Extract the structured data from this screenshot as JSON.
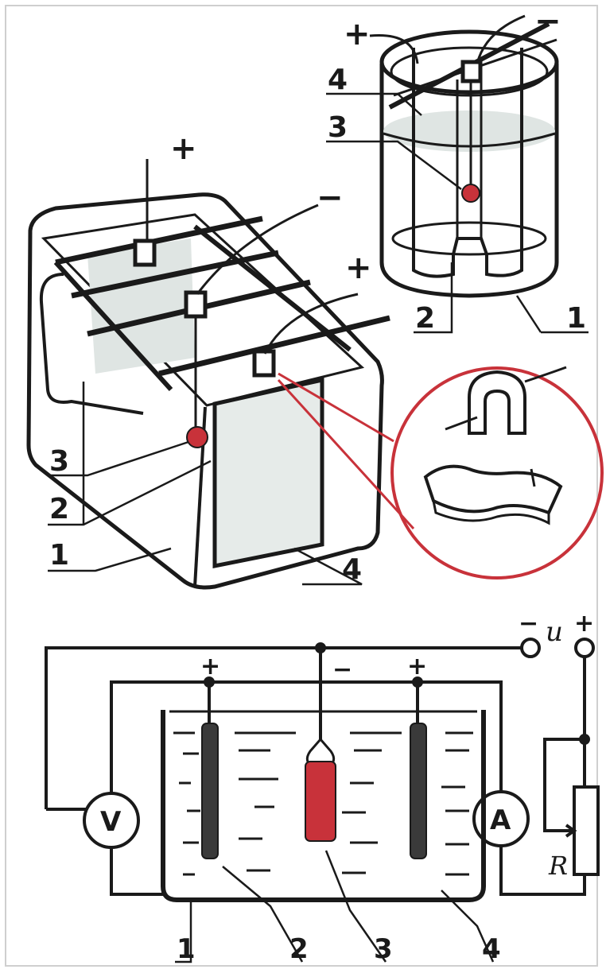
{
  "figure": {
    "cylinder": {
      "labels": {
        "one": "1",
        "two": "2",
        "three": "3",
        "four": "4"
      },
      "signs": {
        "plus": "+",
        "minus": "−"
      }
    },
    "tank": {
      "labels": {
        "one": "1",
        "two": "2",
        "three": "3",
        "four": "4"
      },
      "signs": {
        "plus_left": "+",
        "minus": "−",
        "plus_right": "+"
      }
    },
    "circuit": {
      "labels": {
        "one": "1",
        "two": "2",
        "three": "3",
        "four": "4"
      },
      "signs": {
        "plus_left": "+",
        "minus": "−",
        "plus_right": "+",
        "supply_minus": "−",
        "supply_plus": "+"
      },
      "voltage": "u",
      "voltmeter": "V",
      "ammeter": "A",
      "resistor": "R"
    },
    "colors": {
      "ink": "#1a1a1a",
      "accent_red": "#c8323a",
      "glass_fill": "#e3e8e6",
      "plate_fill": "#d9dfdd"
    }
  }
}
